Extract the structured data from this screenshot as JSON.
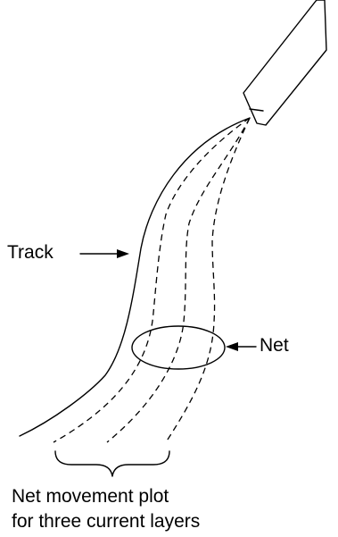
{
  "labels": {
    "track": "Track",
    "net": "Net",
    "caption_line1": "Net movement plot",
    "caption_line2": "for three current layers"
  },
  "colors": {
    "stroke": "#000000",
    "background": "#ffffff"
  }
}
